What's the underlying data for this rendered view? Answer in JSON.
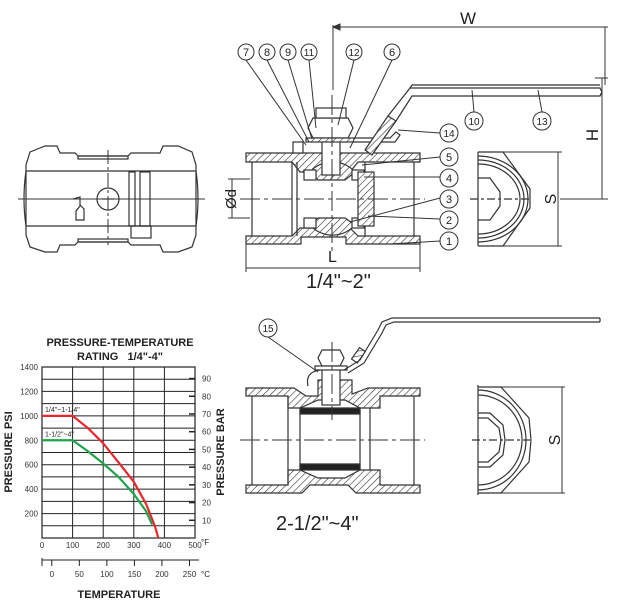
{
  "drawing": {
    "dimension_labels": {
      "width": "W",
      "height": "H",
      "length": "L",
      "bore": "Ød",
      "hex_small": "S",
      "hex_large": "S"
    },
    "size_label_small": "1/4\"~2\"",
    "size_label_large": "2-1/2\"~4\"",
    "callouts_top": [
      "7",
      "8",
      "9",
      "11",
      "12",
      "6"
    ],
    "callouts_right": [
      "14",
      "5",
      "4",
      "3",
      "2",
      "1"
    ],
    "callouts_handle": [
      "10",
      "13"
    ],
    "callout_large": "15"
  },
  "chart_data": {
    "type": "line",
    "title": "PRESSURE-TEMPERATURE",
    "subtitle": "RATING   1/4\"-4\"",
    "xlabel": "TEMPERATURE",
    "ylabel": "PRESSURE PSI",
    "y2label": "PRESSURE BAR",
    "xunit_f": "°F",
    "xunit_c": "°C",
    "xlim": [
      0,
      500
    ],
    "ylim": [
      0,
      1400
    ],
    "grid": true,
    "x_ticks_f": [
      "0",
      "100",
      "200",
      "300",
      "400",
      "500"
    ],
    "x_ticks_c": [
      "0",
      "50",
      "100",
      "150",
      "200",
      "250"
    ],
    "y_ticks": [
      "200",
      "400",
      "600",
      "800",
      "1000",
      "1200",
      "1400"
    ],
    "y2_ticks": [
      "10",
      "20",
      "30",
      "40",
      "50",
      "60",
      "70",
      "80",
      "90"
    ],
    "series": [
      {
        "name": "1/4\"~1-1/4\"",
        "color": "#e8262b",
        "x": [
          0,
          100,
          150,
          200,
          250,
          300,
          340,
          370,
          380
        ],
        "y": [
          1000,
          1000,
          900,
          775,
          620,
          460,
          280,
          90,
          0
        ]
      },
      {
        "name": "1-1/2\"~4\"",
        "color": "#1fa34a",
        "x": [
          0,
          100,
          150,
          200,
          250,
          300,
          340,
          360
        ],
        "y": [
          800,
          800,
          710,
          610,
          500,
          360,
          220,
          110
        ]
      }
    ]
  }
}
